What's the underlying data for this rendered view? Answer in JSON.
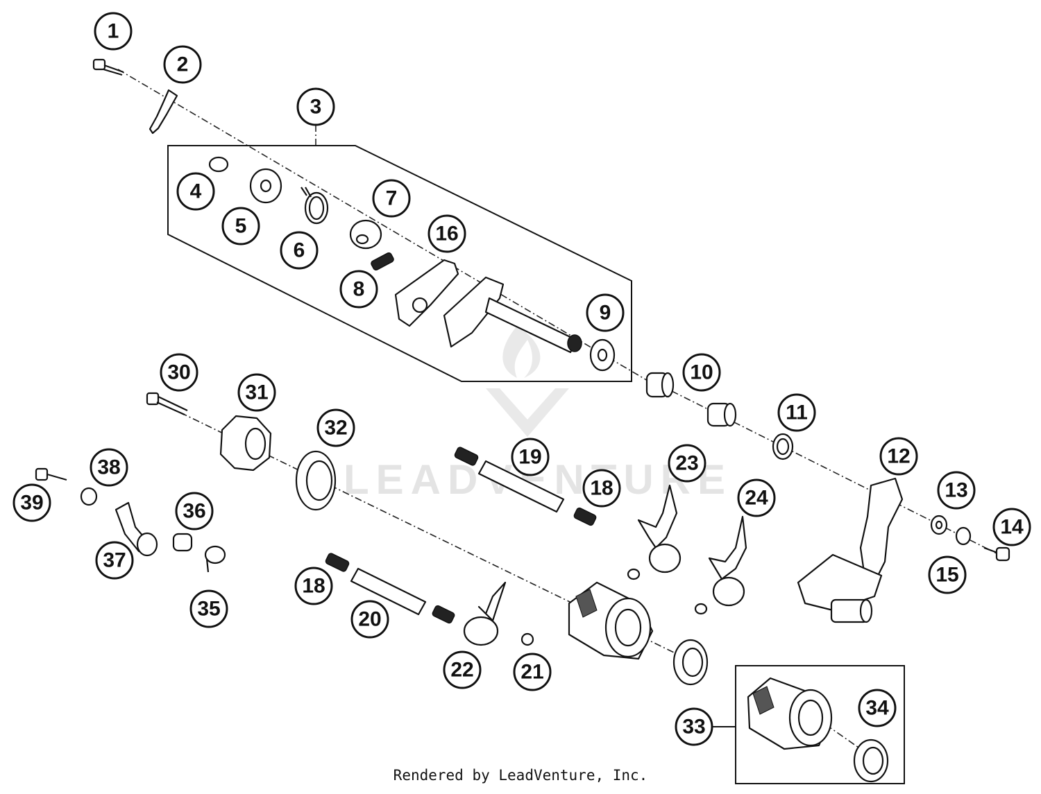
{
  "diagram": {
    "callouts": [
      "1",
      "2",
      "3",
      "4",
      "5",
      "6",
      "7",
      "8",
      "9",
      "10",
      "11",
      "12",
      "13",
      "14",
      "15",
      "16",
      "18",
      "18",
      "19",
      "20",
      "21",
      "22",
      "23",
      "24",
      "30",
      "31",
      "32",
      "33",
      "34",
      "35",
      "36",
      "37",
      "38",
      "39"
    ],
    "watermark": "LEADVENTURE",
    "footer": "Rendered by LeadVenture, Inc."
  }
}
